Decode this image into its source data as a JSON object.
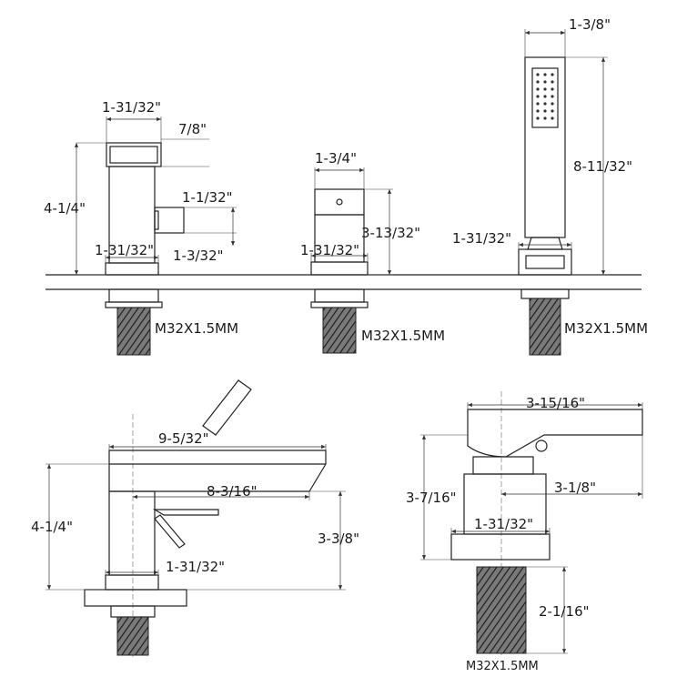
{
  "labels": {
    "faucet_width_top": "1-31/32\"",
    "faucet_spout_depth": "7/8\"",
    "faucet_height": "4-1/4\"",
    "faucet_lever_height": "1-1/32\"",
    "faucet_base_width": "1-31/32\"",
    "faucet_lever_offset": "1-3/32\"",
    "diverter_width": "1-3/4\"",
    "diverter_height": "3-13/32\"",
    "diverter_base_width": "1-31/32\"",
    "handshower_width": "1-3/8\"",
    "handshower_height": "8-11/32\"",
    "handshower_base_width": "1-31/32\"",
    "side_reach": "9-5/32\"",
    "side_height": "4-1/4\"",
    "side_spout_reach": "8-3/16\"",
    "side_spout_height": "3-3/8\"",
    "side_base_width": "1-31/32\"",
    "valve_overall_depth": "3-15/16\"",
    "valve_height": "3-7/16\"",
    "valve_lower_reach": "3-1/8\"",
    "valve_base_width": "1-31/32\"",
    "valve_shank_length": "2-1/16\""
  },
  "threads": {
    "faucet": "M32X1.5MM",
    "diverter": "M32X1.5MM",
    "handshower": "M32X1.5MM",
    "valve": "M32X1.5MM"
  },
  "colors": {
    "line": "#222222",
    "background": "#ffffff"
  }
}
